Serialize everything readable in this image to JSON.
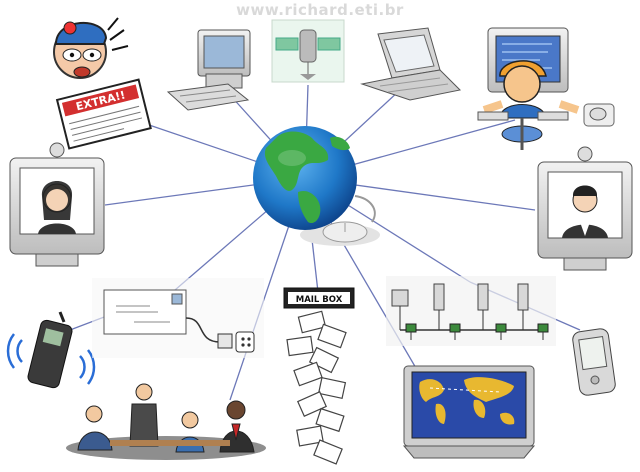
{
  "watermark": "www.richard.eti.br",
  "labels": {
    "newspaper": "EXTRA!!",
    "mailbox": "MAIL BOX"
  },
  "colors": {
    "link_line": "#6c78b8",
    "globe_ocean": "#1f78c8",
    "globe_land": "#3aa842",
    "monitor_frame": "#d9d9d9",
    "screen_blue": "#2a4aa8",
    "map_land": "#e8b830"
  },
  "nodes": [
    {
      "id": "newspaper-reader",
      "icon": "newspaper-reader-icon"
    },
    {
      "id": "desktop-computer",
      "icon": "desktop-computer-icon"
    },
    {
      "id": "satellite",
      "icon": "satellite-icon"
    },
    {
      "id": "laptop",
      "icon": "laptop-icon"
    },
    {
      "id": "computer-user",
      "icon": "computer-user-icon"
    },
    {
      "id": "video-monitor-woman",
      "icon": "video-monitor-icon"
    },
    {
      "id": "video-monitor-man",
      "icon": "video-monitor-icon"
    },
    {
      "id": "cell-phone",
      "icon": "cell-phone-icon"
    },
    {
      "id": "fax-envelope",
      "icon": "envelope-icon"
    },
    {
      "id": "mailbox",
      "icon": "mailbox-icon"
    },
    {
      "id": "lan-network",
      "icon": "network-icon"
    },
    {
      "id": "pda",
      "icon": "pda-icon"
    },
    {
      "id": "meeting",
      "icon": "meeting-icon"
    },
    {
      "id": "world-map-monitor",
      "icon": "world-map-icon"
    }
  ]
}
